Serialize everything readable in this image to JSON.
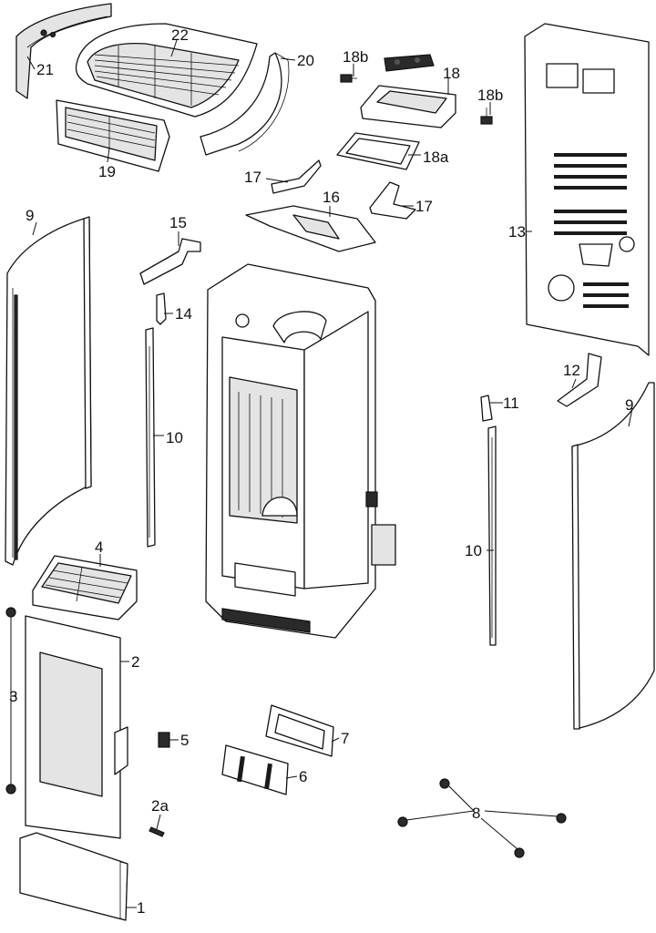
{
  "labels": {
    "p1": "1",
    "p2": "2",
    "p2a": "2a",
    "p3": "3",
    "p4": "4",
    "p5": "5",
    "p6": "6",
    "p7": "7",
    "p8": "8",
    "p9_left": "9",
    "p9_right": "9",
    "p10_left": "10",
    "p10_right": "10",
    "p11": "11",
    "p12": "12",
    "p13": "13",
    "p14": "14",
    "p15": "15",
    "p16": "16",
    "p17_left": "17",
    "p17_right": "17",
    "p18": "18",
    "p18a": "18a",
    "p18b_left": "18b",
    "p18b_right": "18b",
    "p19": "19",
    "p20": "20",
    "p21": "21",
    "p22": "22"
  }
}
